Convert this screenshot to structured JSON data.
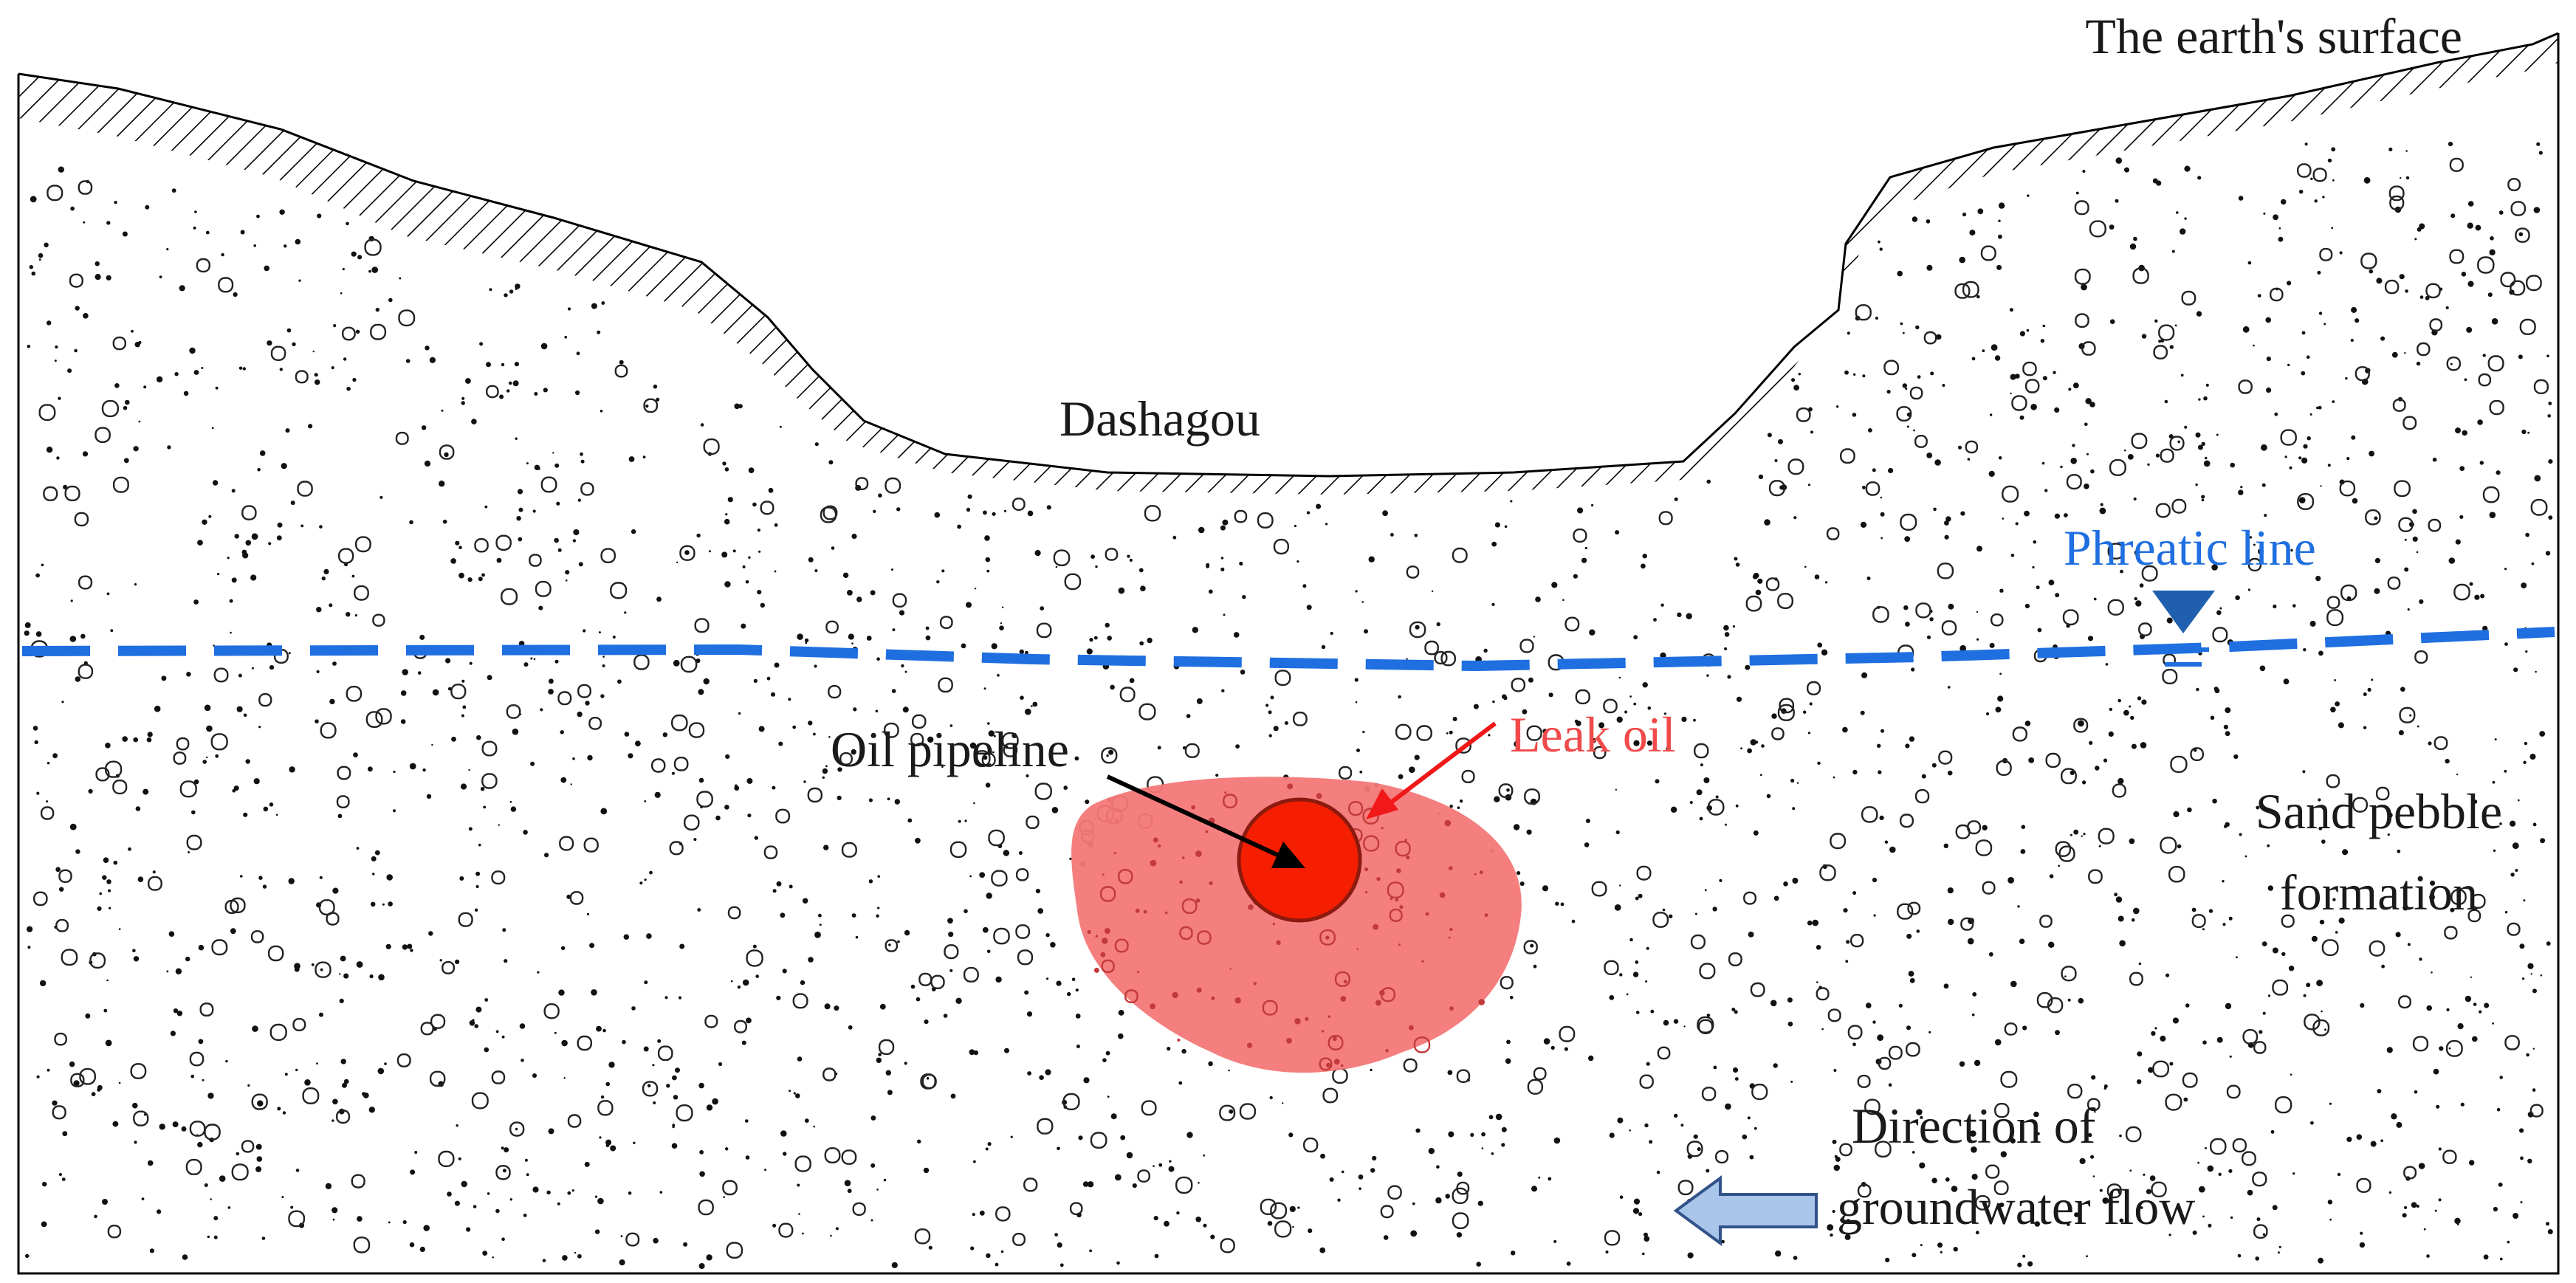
{
  "labels": {
    "surface": "The earth's surface",
    "valley": "Dashagou",
    "phreatic_line": "Phreatic line",
    "leak_oil": "Leak oil",
    "oil_pipeline": "Oil pipeline",
    "formation_line1": "Sand pebble",
    "formation_line2": "formation",
    "flow_line1": "Direction of",
    "flow_line2": "groundwater flow"
  },
  "colors": {
    "outline": "#000000",
    "phreatic": "#1f6fe0",
    "phreatic_marker": "#1f5fae",
    "plume": "#f47777",
    "pipe_fill": "#f51e00",
    "pipe_stroke": "#8b1a0f",
    "leak_label": "#f04a4a",
    "leak_arrow": "#f01818",
    "flow_arrow_fill": "#a9c5ea",
    "flow_arrow_stroke": "#31538a",
    "text": "#1a1a1a"
  },
  "icons": {
    "phreatic_marker": "inverted-triangle",
    "flow_arrow": "left-block-arrow"
  }
}
